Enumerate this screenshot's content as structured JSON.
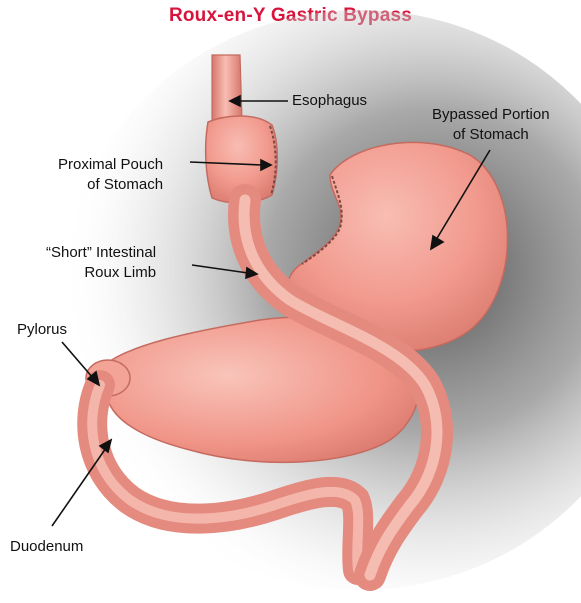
{
  "title": "Roux-en-Y Gastric Bypass",
  "labels": {
    "esophagus": "Esophagus",
    "bypassed": [
      "Bypassed Portion",
      "of Stomach"
    ],
    "pouch": [
      "Proximal Pouch",
      "of Stomach"
    ],
    "roux": [
      "“Short” Intestinal",
      "Roux Limb"
    ],
    "pylorus": "Pylorus",
    "duodenum": "Duodenum"
  },
  "colors": {
    "title": "#d7143c",
    "tissue": "#f29a8e",
    "tissue_light": "#f8bdb3",
    "tissue_dark": "#d7766a",
    "background_shadow": "#8a8a8a"
  }
}
